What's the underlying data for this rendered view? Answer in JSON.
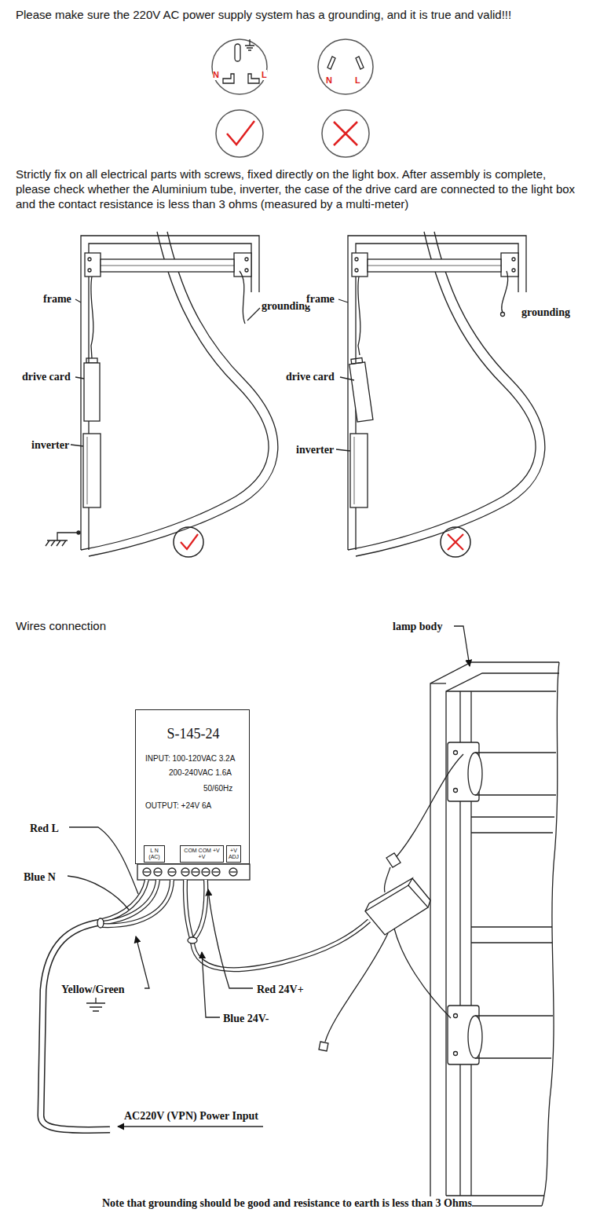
{
  "diagram": {
    "nodes": [
      {
        "text": [
          "S-145-24",
          "INPUT: 100-120VAC 3.2A",
          "200-240VAC 1.6A",
          "50/60Hz",
          "OUTPUT: +24V 6A"
        ]
      },
      {
        "text": [
          "L N",
          "(AC)"
        ],
        "in": 0
      },
      {
        "text": [
          "COM COM +V +V"
        ],
        "in": 0
      },
      {
        "text": [
          "+V ADJ"
        ],
        "in": 0
      }
    ],
    "labels": [
      "Please make sure the 220V AC power supply system has a grounding, and it is true and valid!!!",
      "N",
      "L",
      "N",
      "L",
      "Strictly fix on all electrical parts with screws, fixed directly on the light box. After assembly is complete, please check whether the Aluminium tube, inverter, the case of the drive card are connected to the light box and the contact resistance is less than 3 ohms (measured by a multi-meter)",
      "frame",
      "grounding",
      "drive card",
      "inverter",
      "frame",
      "grounding",
      "drive card",
      "inverter",
      "Wires connection",
      "lamp body",
      "Red L",
      "Blue N",
      "Yellow/Green",
      "Red 24V+",
      "Blue 24V-",
      "AC220V (VPN) Power Input",
      "Note that grounding should be good and resistance to earth is less than 3 Ohms"
    ]
  }
}
